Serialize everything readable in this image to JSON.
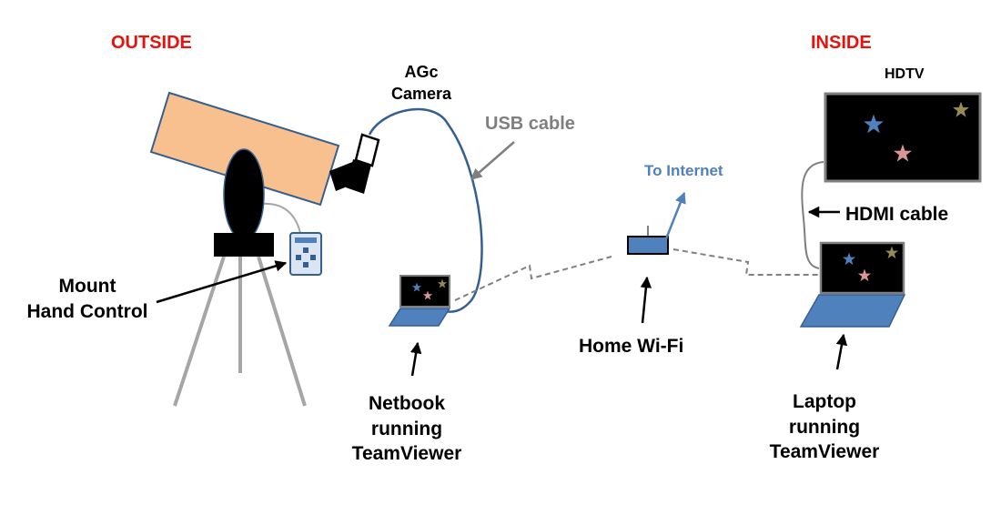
{
  "headings": {
    "outside": "OUTSIDE",
    "inside": "INSIDE"
  },
  "camera": {
    "line1": "AGc",
    "line2": "Camera"
  },
  "cables": {
    "usb": "USB cable",
    "hdmi": "HDMI cable"
  },
  "internet": "To Internet",
  "tv": "HDTV",
  "mount": {
    "line1": "Mount",
    "line2": "Hand Control"
  },
  "netbook": {
    "line1": "Netbook",
    "line2": "running",
    "line3": "TeamViewer"
  },
  "wifi": "Home Wi-Fi",
  "laptop": {
    "line1": "Laptop",
    "line2": "running",
    "line3": "TeamViewer"
  },
  "colors": {
    "heading_red": "#e8120c",
    "telescope_tube": "#f9c08f",
    "device_blue": "#4f81bd",
    "cable_blue": "#365f91",
    "usb_gray": "#7f7f7f",
    "tripod_gray": "#a6a6a6",
    "internet_blue": "#4f81bd",
    "star_blue": "#4f81bd",
    "star_pink": "#d99694",
    "star_tan": "#948a54"
  },
  "icons": [
    "star-icon",
    "router-icon",
    "laptop-icon",
    "hand-controller-icon"
  ]
}
